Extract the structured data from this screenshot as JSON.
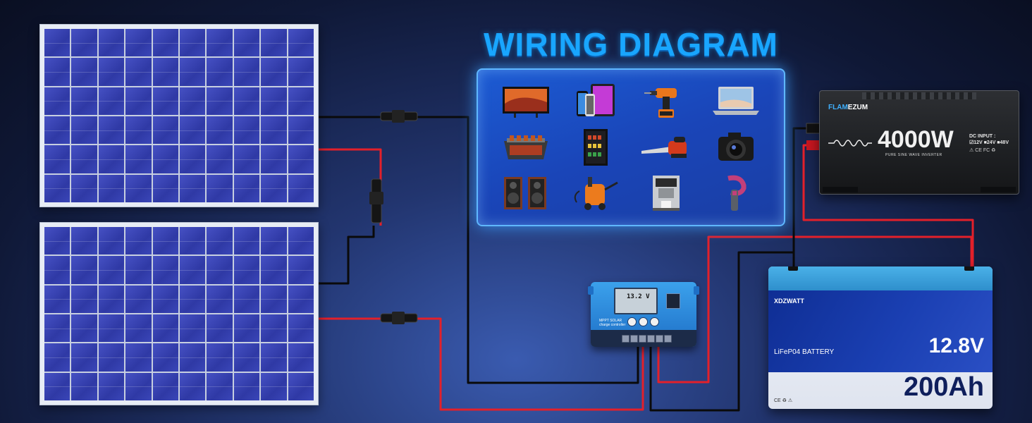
{
  "title": "WIRING DIAGRAM",
  "appliances": [
    {
      "name": "tv-icon"
    },
    {
      "name": "phones-tablet-icon"
    },
    {
      "name": "power-drill-icon"
    },
    {
      "name": "laptop-icon"
    },
    {
      "name": "grill-icon"
    },
    {
      "name": "fridge-icon"
    },
    {
      "name": "chainsaw-icon"
    },
    {
      "name": "camera-icon"
    },
    {
      "name": "speakers-icon"
    },
    {
      "name": "pressure-washer-icon"
    },
    {
      "name": "coffee-machine-icon"
    },
    {
      "name": "hair-dryer-icon"
    }
  ],
  "inverter": {
    "brand_prefix": "FLAM",
    "brand_suffix": "EZUM",
    "wattage": "4000W",
    "subtitle": "PURE SINE WAVE INVERTER",
    "dc_input_label": "DC INPUT :",
    "dc_input_options": "☑12V  ■24V  ■48V"
  },
  "battery": {
    "brand": "XDZWATT",
    "type": "LiFeP04 BATTERY",
    "voltage": "12.8V",
    "capacity": "200Ah"
  },
  "controller": {
    "display": "13.2 V",
    "label": "MPPT SOLAR",
    "sublabel": "charge controller"
  },
  "colors": {
    "title": "#19a6ff",
    "positive_wire": "#e3202a",
    "negative_wire": "#0a0a0a",
    "glow": "#5fb7ff"
  }
}
